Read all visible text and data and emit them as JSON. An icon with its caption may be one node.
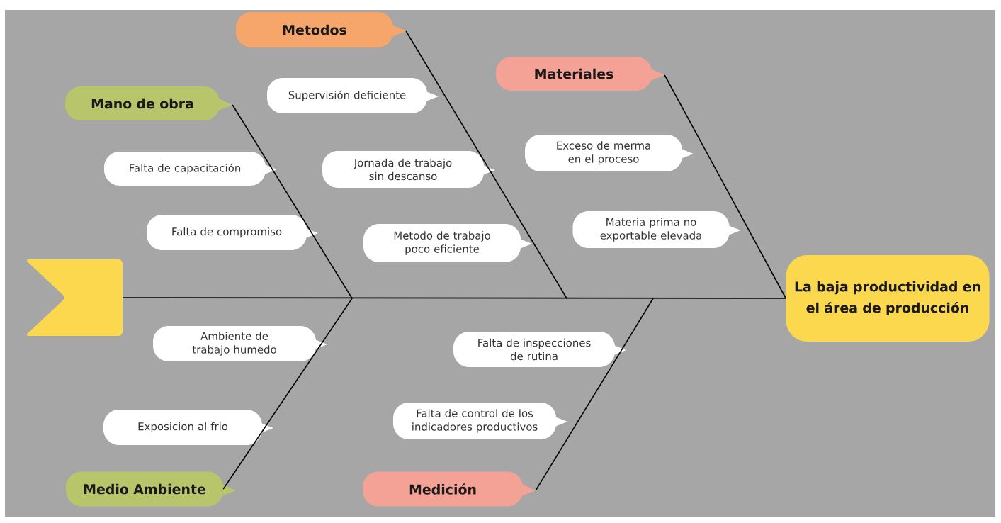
{
  "diagram": {
    "nodes": [
      {
        "text": [
          "Metodos"
        ]
      },
      {
        "text": [
          "Materiales"
        ]
      },
      {
        "text": [
          "Mano de obra"
        ]
      },
      {
        "text": [
          "Supervisión deficiente"
        ]
      },
      {
        "text": [
          "Falta de capacitación"
        ]
      },
      {
        "text": [
          "Jornada de trabajo sin descanso"
        ]
      },
      {
        "text": [
          "Exceso de merma en el proceso"
        ]
      },
      {
        "text": [
          "Falta de compromiso"
        ]
      },
      {
        "text": [
          "Metodo de trabajo poco eficiente"
        ]
      },
      {
        "text": [
          "Materia prima no exportable elevada"
        ]
      },
      {
        "text": [],
        "shape": "box"
      },
      {
        "text": [
          "La baja productividad en el área de producción"
        ]
      },
      {
        "text": [
          "Ambiente de trabajo humedo"
        ]
      },
      {
        "text": [
          "Falta de inspecciones de rutina"
        ]
      },
      {
        "text": [
          "Exposicion al frio"
        ]
      },
      {
        "text": [
          "Falta de control de los indicadores productivos"
        ]
      },
      {
        "text": [
          "Medio Ambiente"
        ]
      },
      {
        "text": [
          "Medición"
        ]
      }
    ],
    "edges": [
      {
        "from": 10,
        "to": 11,
        "arrow": "none"
      },
      {
        "from": 0,
        "to": null,
        "arrow": "none"
      },
      {
        "from": 1,
        "to": 11,
        "arrow": "none"
      },
      {
        "from": 2,
        "to": 16,
        "arrow": "none"
      },
      {
        "from": 17,
        "to": null,
        "arrow": "none"
      }
    ]
  }
}
